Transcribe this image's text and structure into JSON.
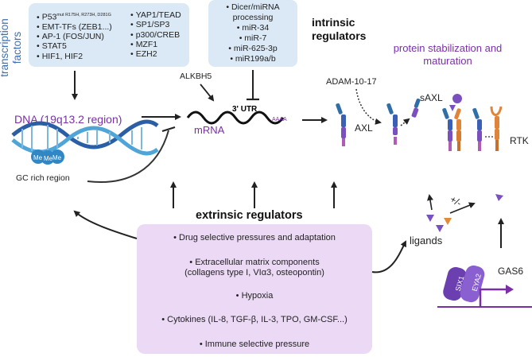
{
  "side_label": "transcription factors",
  "tf_col1": [
    "P53 mut R175H, R273H, D281G",
    "EMT-TFs (ZEB1...)",
    "AP-1 (FOS/JUN)",
    "STAT5",
    "HIF1, HIF2"
  ],
  "tf_col2": [
    "YAP1/TEAD",
    "SP1/SP3",
    "p300/CREB",
    "MZF1",
    "EZH2"
  ],
  "p53_main": "P53",
  "p53_sup": "mut R175H, R273H, D281G",
  "mirna": [
    "• Dicer/miRNA processing",
    "• miR-34",
    "• miR-7",
    "• miR-625-3p",
    "• miR199a/b"
  ],
  "intrinsic": "intrinsic regulators",
  "protein_stab": "protein stabilization and maturation",
  "dna_label": "DNA (19q13.2 region)",
  "me_label": "Me",
  "gc_label": "GC rich region",
  "alkbh5": "ALKBH5",
  "utr": "3' UTR",
  "aaaa": "AAAA",
  "mrna": "mRNA",
  "adam": "ADAM-10-17",
  "saxl": "sAXL",
  "axl": "AXL",
  "rtk": "RTK",
  "plusminus": "+/-",
  "ligands": "ligands",
  "gas6": "GAS6",
  "six1": "SIX1",
  "eya2": "EYA2",
  "extrinsic": "extrinsic regulators",
  "ext_items": [
    "• Drug selective pressures and adaptation",
    "• Extracellular matrix components",
    "(collagens type I, VIα3, osteopontin)",
    "• Hypoxia",
    "• Cytokines (IL-8, TGF-β, IL-3, TPO, GM-CSF...)",
    "• Immune selective pressure"
  ],
  "colors": {
    "blue_box": "#dbe9f6",
    "purple_box": "#ecd9f5",
    "purple_text": "#7b2fa6",
    "blue_text": "#3a6fb0",
    "receptor_blue": "#2f6fa8",
    "receptor_purple": "#7a4fc0",
    "rtk_orange": "#e0843a"
  }
}
